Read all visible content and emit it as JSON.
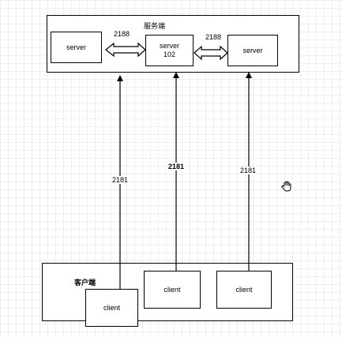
{
  "server_group": {
    "title": "服务端",
    "servers": [
      {
        "label": "server"
      },
      {
        "label": "server",
        "sublabel": "102"
      },
      {
        "label": "server"
      }
    ],
    "links": [
      {
        "label": "2188"
      },
      {
        "label": "2188"
      }
    ]
  },
  "client_group": {
    "title": "客户端",
    "clients": [
      {
        "label": "client"
      },
      {
        "label": "client"
      },
      {
        "label": "client"
      }
    ]
  },
  "connections": [
    {
      "label": "2181"
    },
    {
      "label": "2181"
    },
    {
      "label": "2181"
    }
  ],
  "cursor_icon": "hand-cursor-icon"
}
